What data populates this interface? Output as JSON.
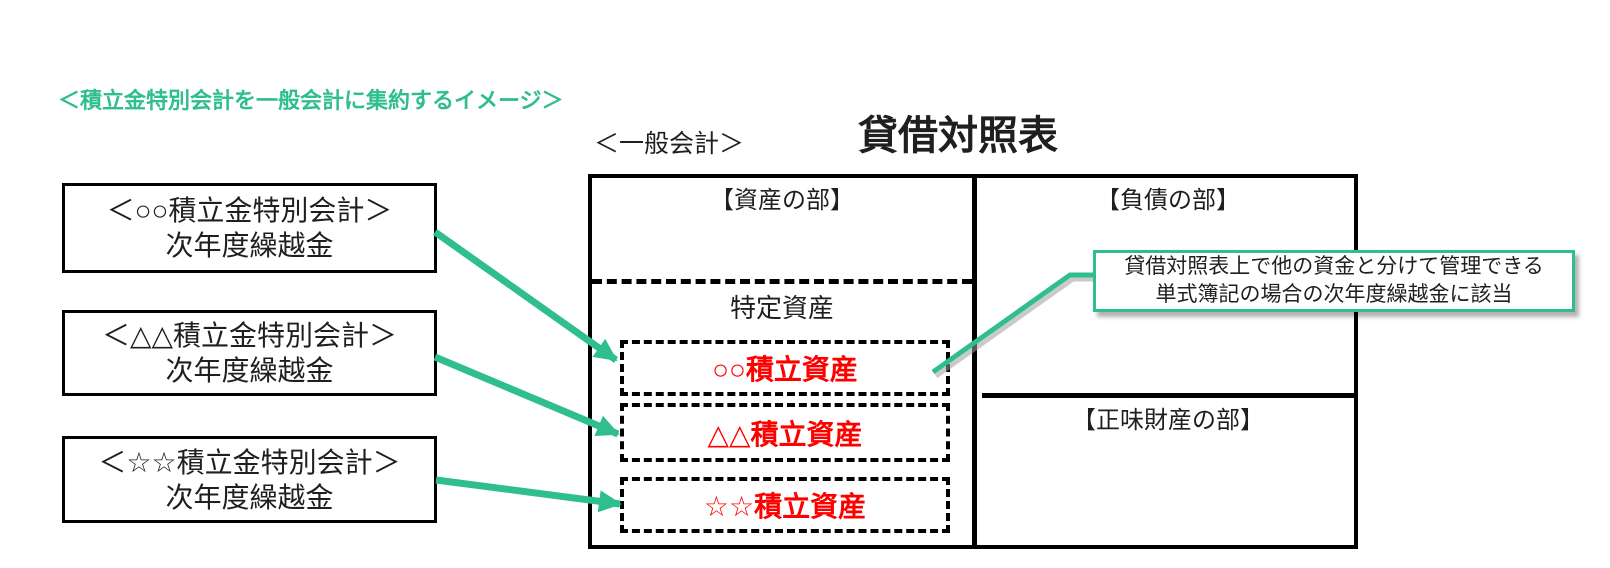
{
  "page_title": "＜積立金特別会計を一般会計に集約するイメージ＞",
  "diagram": {
    "account_label": "＜一般会計＞",
    "sheet_title": "貸借対照表",
    "left_boxes": [
      {
        "line1": "＜○○積立金特別会計＞",
        "line2": "次年度繰越金"
      },
      {
        "line1": "＜△△積立金特別会計＞",
        "line2": "次年度繰越金"
      },
      {
        "line1": "＜☆☆積立金特別会計＞",
        "line2": "次年度繰越金"
      }
    ],
    "balance_sheet": {
      "assets_header": "【資産の部】",
      "specified_assets_label": "特定資産",
      "asset_items": [
        "○○積立資産",
        "△△積立資産",
        "☆☆積立資産"
      ],
      "liabilities_header": "【負債の部】",
      "net_assets_header": "【正味財産の部】"
    },
    "callout": {
      "line1": "貸借対照表上で他の資金と分けて管理できる",
      "line2": "単式簿記の場合の次年度繰越金に該当"
    }
  },
  "colors": {
    "accent_green": "#2FBE8D",
    "asset_red": "#FF0000",
    "border_black": "#000000",
    "text_black": "#1F1F1F"
  }
}
